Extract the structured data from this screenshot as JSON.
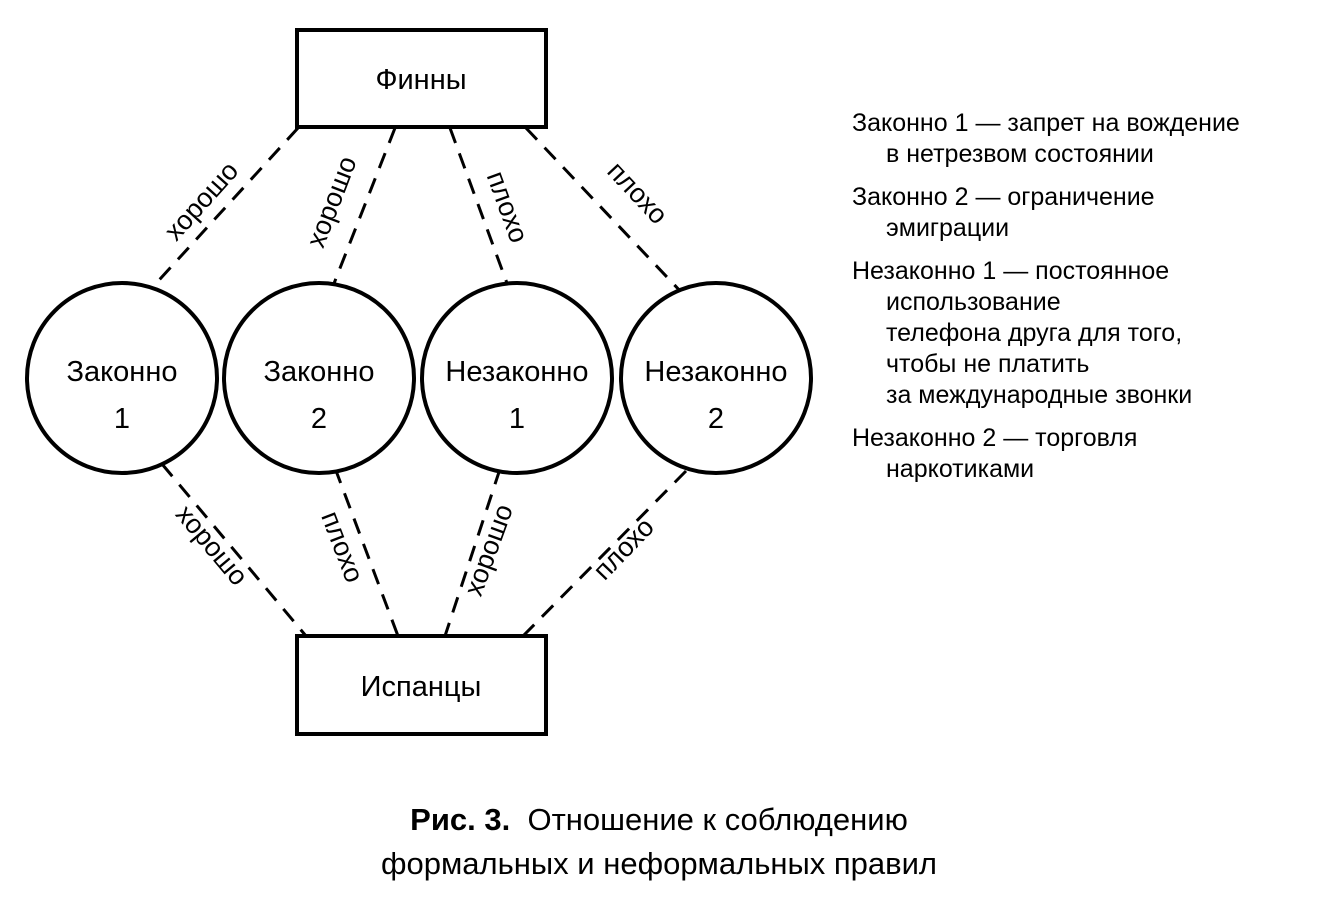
{
  "diagram": {
    "top_node": "Финны",
    "bottom_node": "Испанцы",
    "circles": [
      {
        "line1": "Законно",
        "line2": "1"
      },
      {
        "line1": "Законно",
        "line2": "2"
      },
      {
        "line1": "Незаконно",
        "line2": "1"
      },
      {
        "line1": "Незаконно",
        "line2": "2"
      }
    ],
    "top_edges": [
      "хорошо",
      "хорошо",
      "плохо",
      "плохо"
    ],
    "bottom_edges": [
      "хорошо",
      "плохо",
      "хорошо",
      "плохо"
    ]
  },
  "legend": [
    {
      "lines": [
        "Законно 1 — запрет на вождение",
        "в нетрезвом состоянии"
      ]
    },
    {
      "lines": [
        "Законно 2 — ограничение",
        "эмиграции"
      ]
    },
    {
      "lines": [
        "Незаконно 1 — постоянное",
        "использование",
        "телефона друга для того,",
        "чтобы не платить",
        "за международные звонки"
      ]
    },
    {
      "lines": [
        "Незаконно 2 — торговля",
        "наркотиками"
      ]
    }
  ],
  "caption": {
    "figure_number": "Рис. 3.",
    "line1": "Отношение к соблюдению",
    "line2": "формальных и неформальных правил"
  }
}
